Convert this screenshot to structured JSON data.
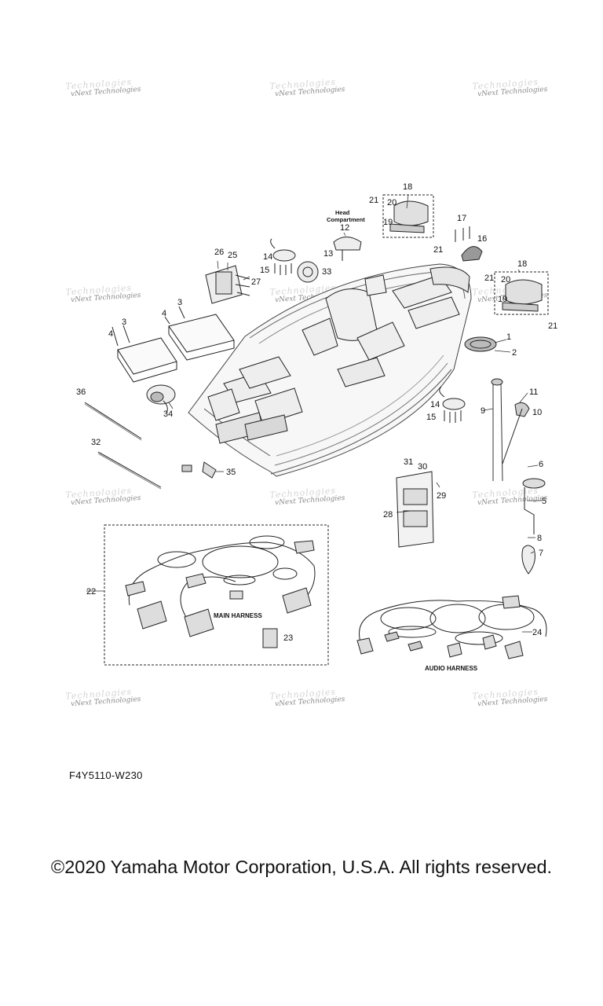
{
  "watermark_text": "vNext Technologies",
  "labels": {
    "head_compartment": [
      "Head",
      "Compartment"
    ],
    "main_harness": "MAIN HARNESS",
    "audio_harness": "AUDIO HARNESS"
  },
  "part_numbers": [
    "1",
    "2",
    "3",
    "3",
    "4",
    "4",
    "5",
    "6",
    "7",
    "8",
    "9",
    "10",
    "11",
    "12",
    "13",
    "14",
    "14",
    "15",
    "15",
    "16",
    "17",
    "18",
    "18",
    "19",
    "19",
    "20",
    "20",
    "21",
    "21",
    "21",
    "21",
    "22",
    "23",
    "24",
    "25",
    "26",
    "27",
    "28",
    "29",
    "30",
    "31",
    "32",
    "33",
    "34",
    "35",
    "36"
  ],
  "diagram_code": "F4Y5110-W230",
  "copyright": "©2020 Yamaha Motor Corporation, U.S.A. All rights reserved."
}
